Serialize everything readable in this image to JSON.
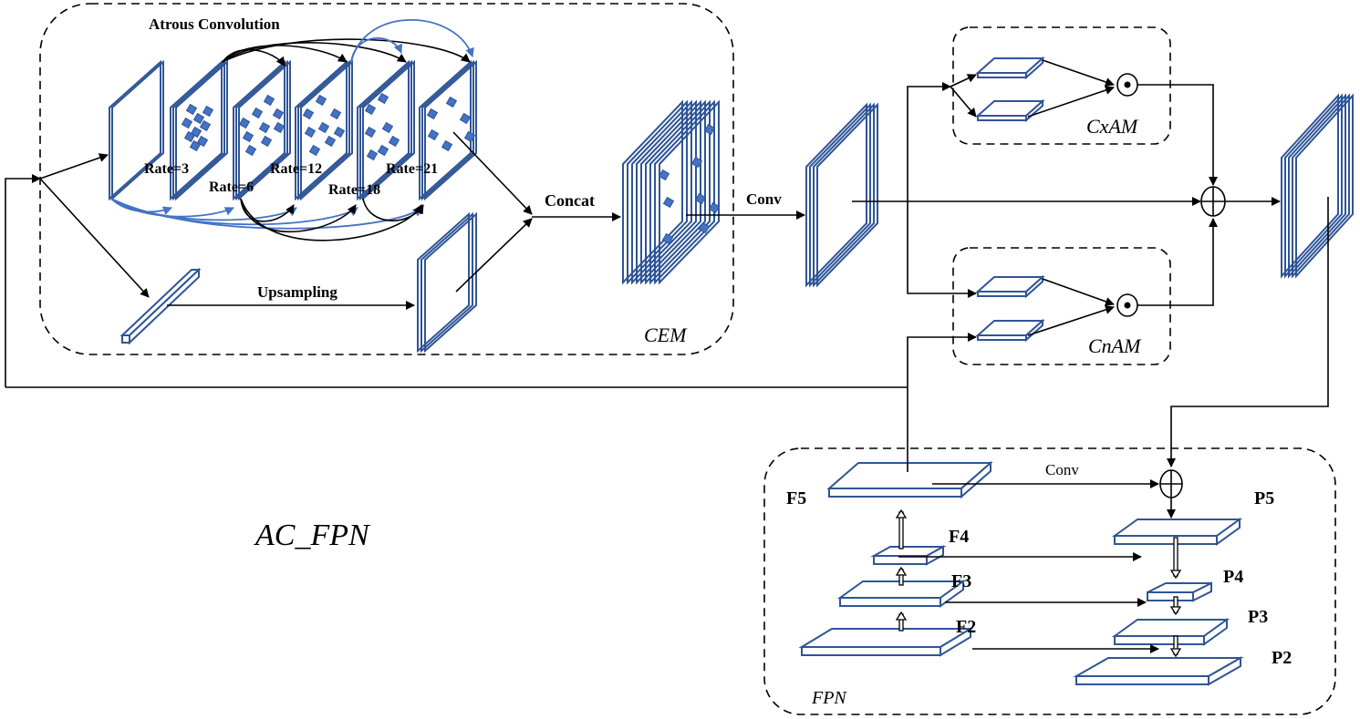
{
  "title": "AC_FPN",
  "cem": {
    "label": "CEM",
    "atrous_title": "Atrous Convolution",
    "rates": [
      "Rate=3",
      "Rate=6",
      "Rate=12",
      "Rate=18",
      "Rate=21"
    ],
    "upsampling_label": "Upsampling",
    "concat_label": "Concat"
  },
  "conv_label": "Conv",
  "attention": {
    "cxam_label": "CxAM",
    "cnam_label": "CnAM"
  },
  "fpn": {
    "label": "FPN",
    "conv_label": "Conv",
    "bottom_up": [
      "F5",
      "F4",
      "F3",
      "F2"
    ],
    "top_down": [
      "P5",
      "P4",
      "P3",
      "P2"
    ]
  },
  "colors": {
    "feature_stroke": "#2f5597",
    "accent_blue": "#4472c4"
  }
}
